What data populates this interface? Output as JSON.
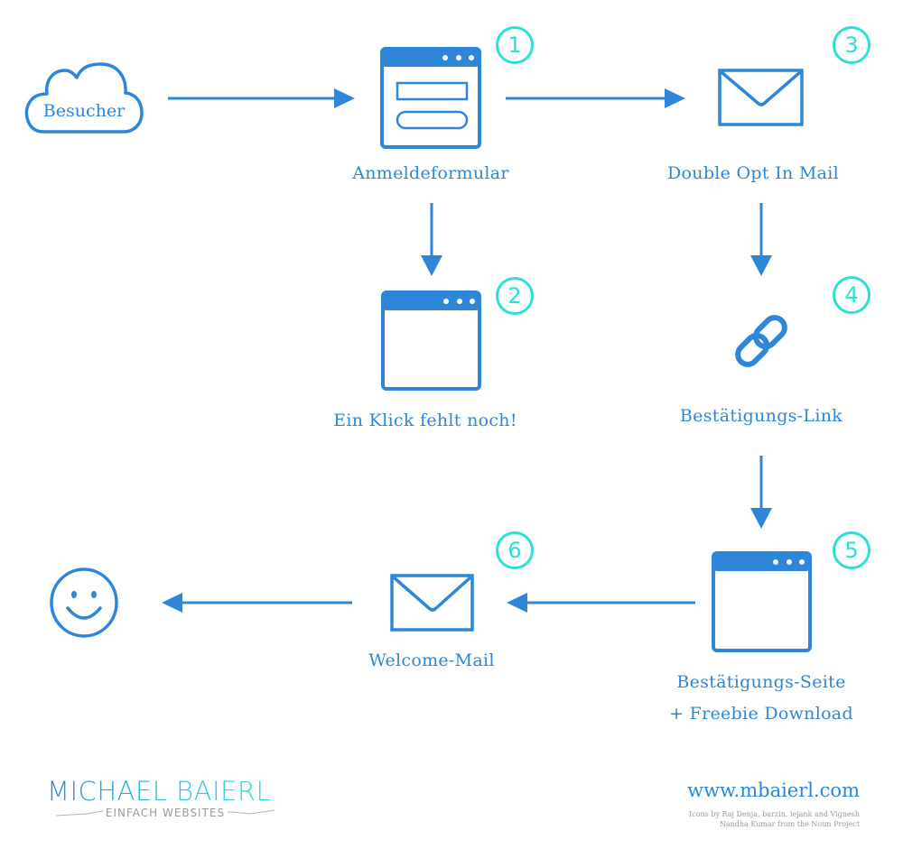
{
  "colors": {
    "primary": "#2e86d9",
    "badge": "#2de0d4",
    "muted": "#9a9a9a",
    "background": "#ffffff"
  },
  "nodes": {
    "visitor": {
      "label": "Besucher",
      "icon": "cloud-icon"
    },
    "signup_form": {
      "label": "Anmeldeformular",
      "icon": "browser-form-icon",
      "step": "1"
    },
    "one_click_missing": {
      "label": "Ein Klick fehlt noch!",
      "icon": "browser-window-icon",
      "step": "2"
    },
    "double_opt_in_mail": {
      "label": "Double Opt In Mail",
      "icon": "envelope-icon",
      "step": "3"
    },
    "confirmation_link": {
      "label": "Bestätigungs-Link",
      "icon": "link-icon",
      "step": "4"
    },
    "confirmation_page": {
      "label_line1": "Bestätigungs-Seite",
      "label_line2": "+ Freebie Download",
      "icon": "browser-window-icon",
      "step": "5"
    },
    "welcome_mail": {
      "label": "Welcome-Mail",
      "icon": "envelope-icon",
      "step": "6"
    },
    "happy_user": {
      "icon": "smiley-icon"
    }
  },
  "edges": [
    {
      "from": "visitor",
      "to": "signup_form"
    },
    {
      "from": "signup_form",
      "to": "double_opt_in_mail"
    },
    {
      "from": "signup_form",
      "to": "one_click_missing"
    },
    {
      "from": "double_opt_in_mail",
      "to": "confirmation_link"
    },
    {
      "from": "confirmation_link",
      "to": "confirmation_page"
    },
    {
      "from": "confirmation_page",
      "to": "welcome_mail"
    },
    {
      "from": "welcome_mail",
      "to": "happy_user"
    }
  ],
  "footer": {
    "logo_title": "MICHAEL BAIERL",
    "logo_subtitle": "EINFACH WEBSITES",
    "website": "www.mbaierl.com",
    "credits_line1": "Icons by Raj Denja, barzin, iejank and Vignesh",
    "credits_line2": "Nandha Kumar from the Noun Project"
  }
}
